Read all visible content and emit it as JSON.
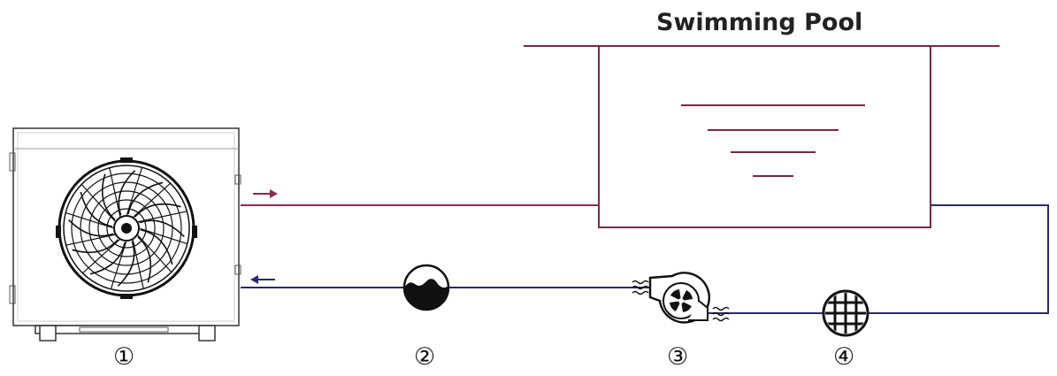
{
  "diagram": {
    "title": "Swimming Pool",
    "components": [
      {
        "number": "①",
        "icon": "heat-pump-unit-icon"
      },
      {
        "number": "②",
        "icon": "water-tank-icon"
      },
      {
        "number": "③",
        "icon": "water-pump-icon"
      },
      {
        "number": "④",
        "icon": "filter-icon"
      }
    ],
    "flow": {
      "outlet_arrow": "right-arrow-icon",
      "inlet_arrow": "left-arrow-icon"
    },
    "colors": {
      "hot_pipe": "#8a2a45",
      "cold_pipe": "#2b2b6b",
      "pool_outline": "#7a2740",
      "icon": "#111111"
    }
  }
}
